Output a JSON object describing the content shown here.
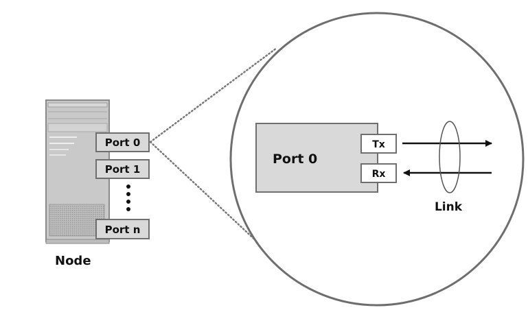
{
  "node": {
    "label": "Node",
    "ports": [
      {
        "label": "Port 0"
      },
      {
        "label": "Port 1"
      },
      {
        "label": "Port n"
      }
    ]
  },
  "zoom": {
    "port_label": "Port 0",
    "tx_label": "Tx",
    "rx_label": "Rx",
    "link_label": "Link"
  },
  "colors": {
    "server_fill": "#c8c8c8",
    "server_stroke": "#8a8a8a",
    "port_fill": "#d9d9d9",
    "port_stroke": "#6e6e6e",
    "circle_stroke": "#6e6e6e",
    "line": "#111111"
  }
}
